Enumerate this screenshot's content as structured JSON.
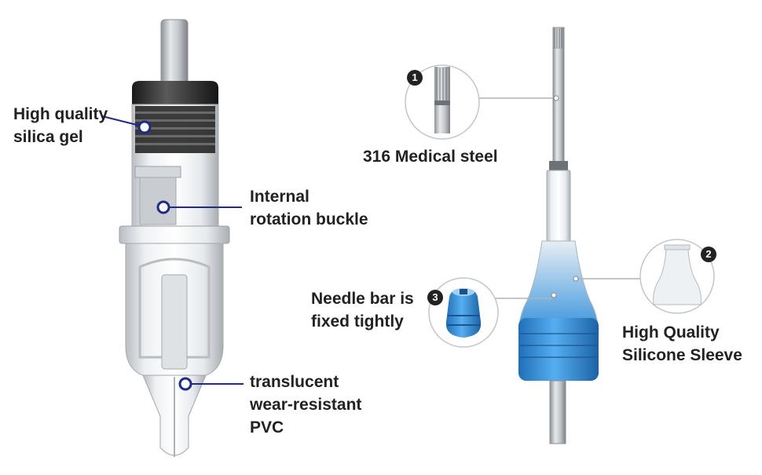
{
  "left_product": {
    "callouts": [
      {
        "lines": [
          "High quality",
          "silica gel"
        ]
      },
      {
        "lines": [
          "Internal",
          "rotation buckle"
        ]
      },
      {
        "lines": [
          "translucent",
          "wear-resistant",
          "PVC"
        ]
      }
    ]
  },
  "right_product": {
    "callouts": [
      {
        "number": "1",
        "lines": [
          "316 Medical steel"
        ]
      },
      {
        "number": "2",
        "lines": [
          "High Quality",
          "Silicone Sleeve"
        ]
      },
      {
        "number": "3",
        "lines": [
          "Needle bar is",
          "fixed tightly"
        ]
      }
    ]
  },
  "colors": {
    "accent_navy": "#1f2a8c",
    "sleeve_blue": "#2f8fd8",
    "text": "#222222",
    "steel": "#b5b8bc"
  }
}
